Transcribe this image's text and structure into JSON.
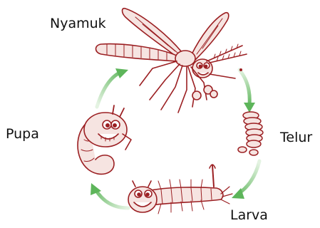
{
  "stages": {
    "adult": "Nyamuk",
    "egg": "Telur",
    "larva": "Larva",
    "pupa": "Pupa"
  },
  "colors": {
    "line": "#9b1f22",
    "fill": "#f6e4e1",
    "arrow_dark": "#5db55a",
    "arrow_light": "#e4f3e2",
    "label": "#111111"
  },
  "icons": {
    "adult": "mosquito-illustration",
    "egg": "egg-raft-illustration",
    "larva": "larva-illustration",
    "pupa": "pupa-illustration",
    "arrow": "cycle-arrow-icon"
  }
}
